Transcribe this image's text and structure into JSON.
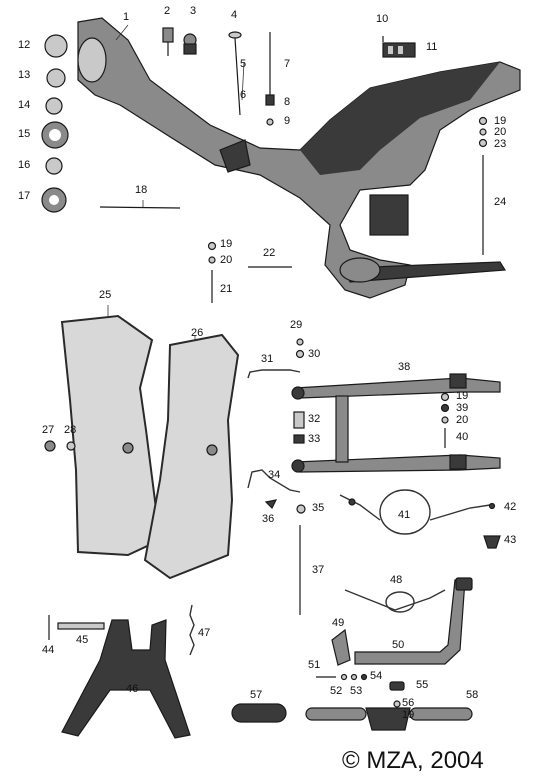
{
  "copyright": "© MZA, 2004",
  "part_labels": [
    "1",
    "2",
    "3",
    "4",
    "5",
    "6",
    "7",
    "8",
    "9",
    "10",
    "11",
    "12",
    "13",
    "14",
    "15",
    "16",
    "17",
    "18",
    "19",
    "20",
    "21",
    "22",
    "23",
    "24",
    "25",
    "26",
    "27",
    "28",
    "29",
    "30",
    "31",
    "32",
    "33",
    "34",
    "35",
    "36",
    "37",
    "38",
    "39",
    "40",
    "41",
    "42",
    "43",
    "44",
    "45",
    "46",
    "47",
    "48",
    "49",
    "50",
    "51",
    "52",
    "53",
    "54",
    "55",
    "56",
    "57",
    "58"
  ],
  "repeat_labels": {
    "r19a": "19",
    "r20a": "20",
    "r19b": "19",
    "r20b": "20",
    "r19c": "19",
    "r20c": "20",
    "r19d": "19"
  }
}
